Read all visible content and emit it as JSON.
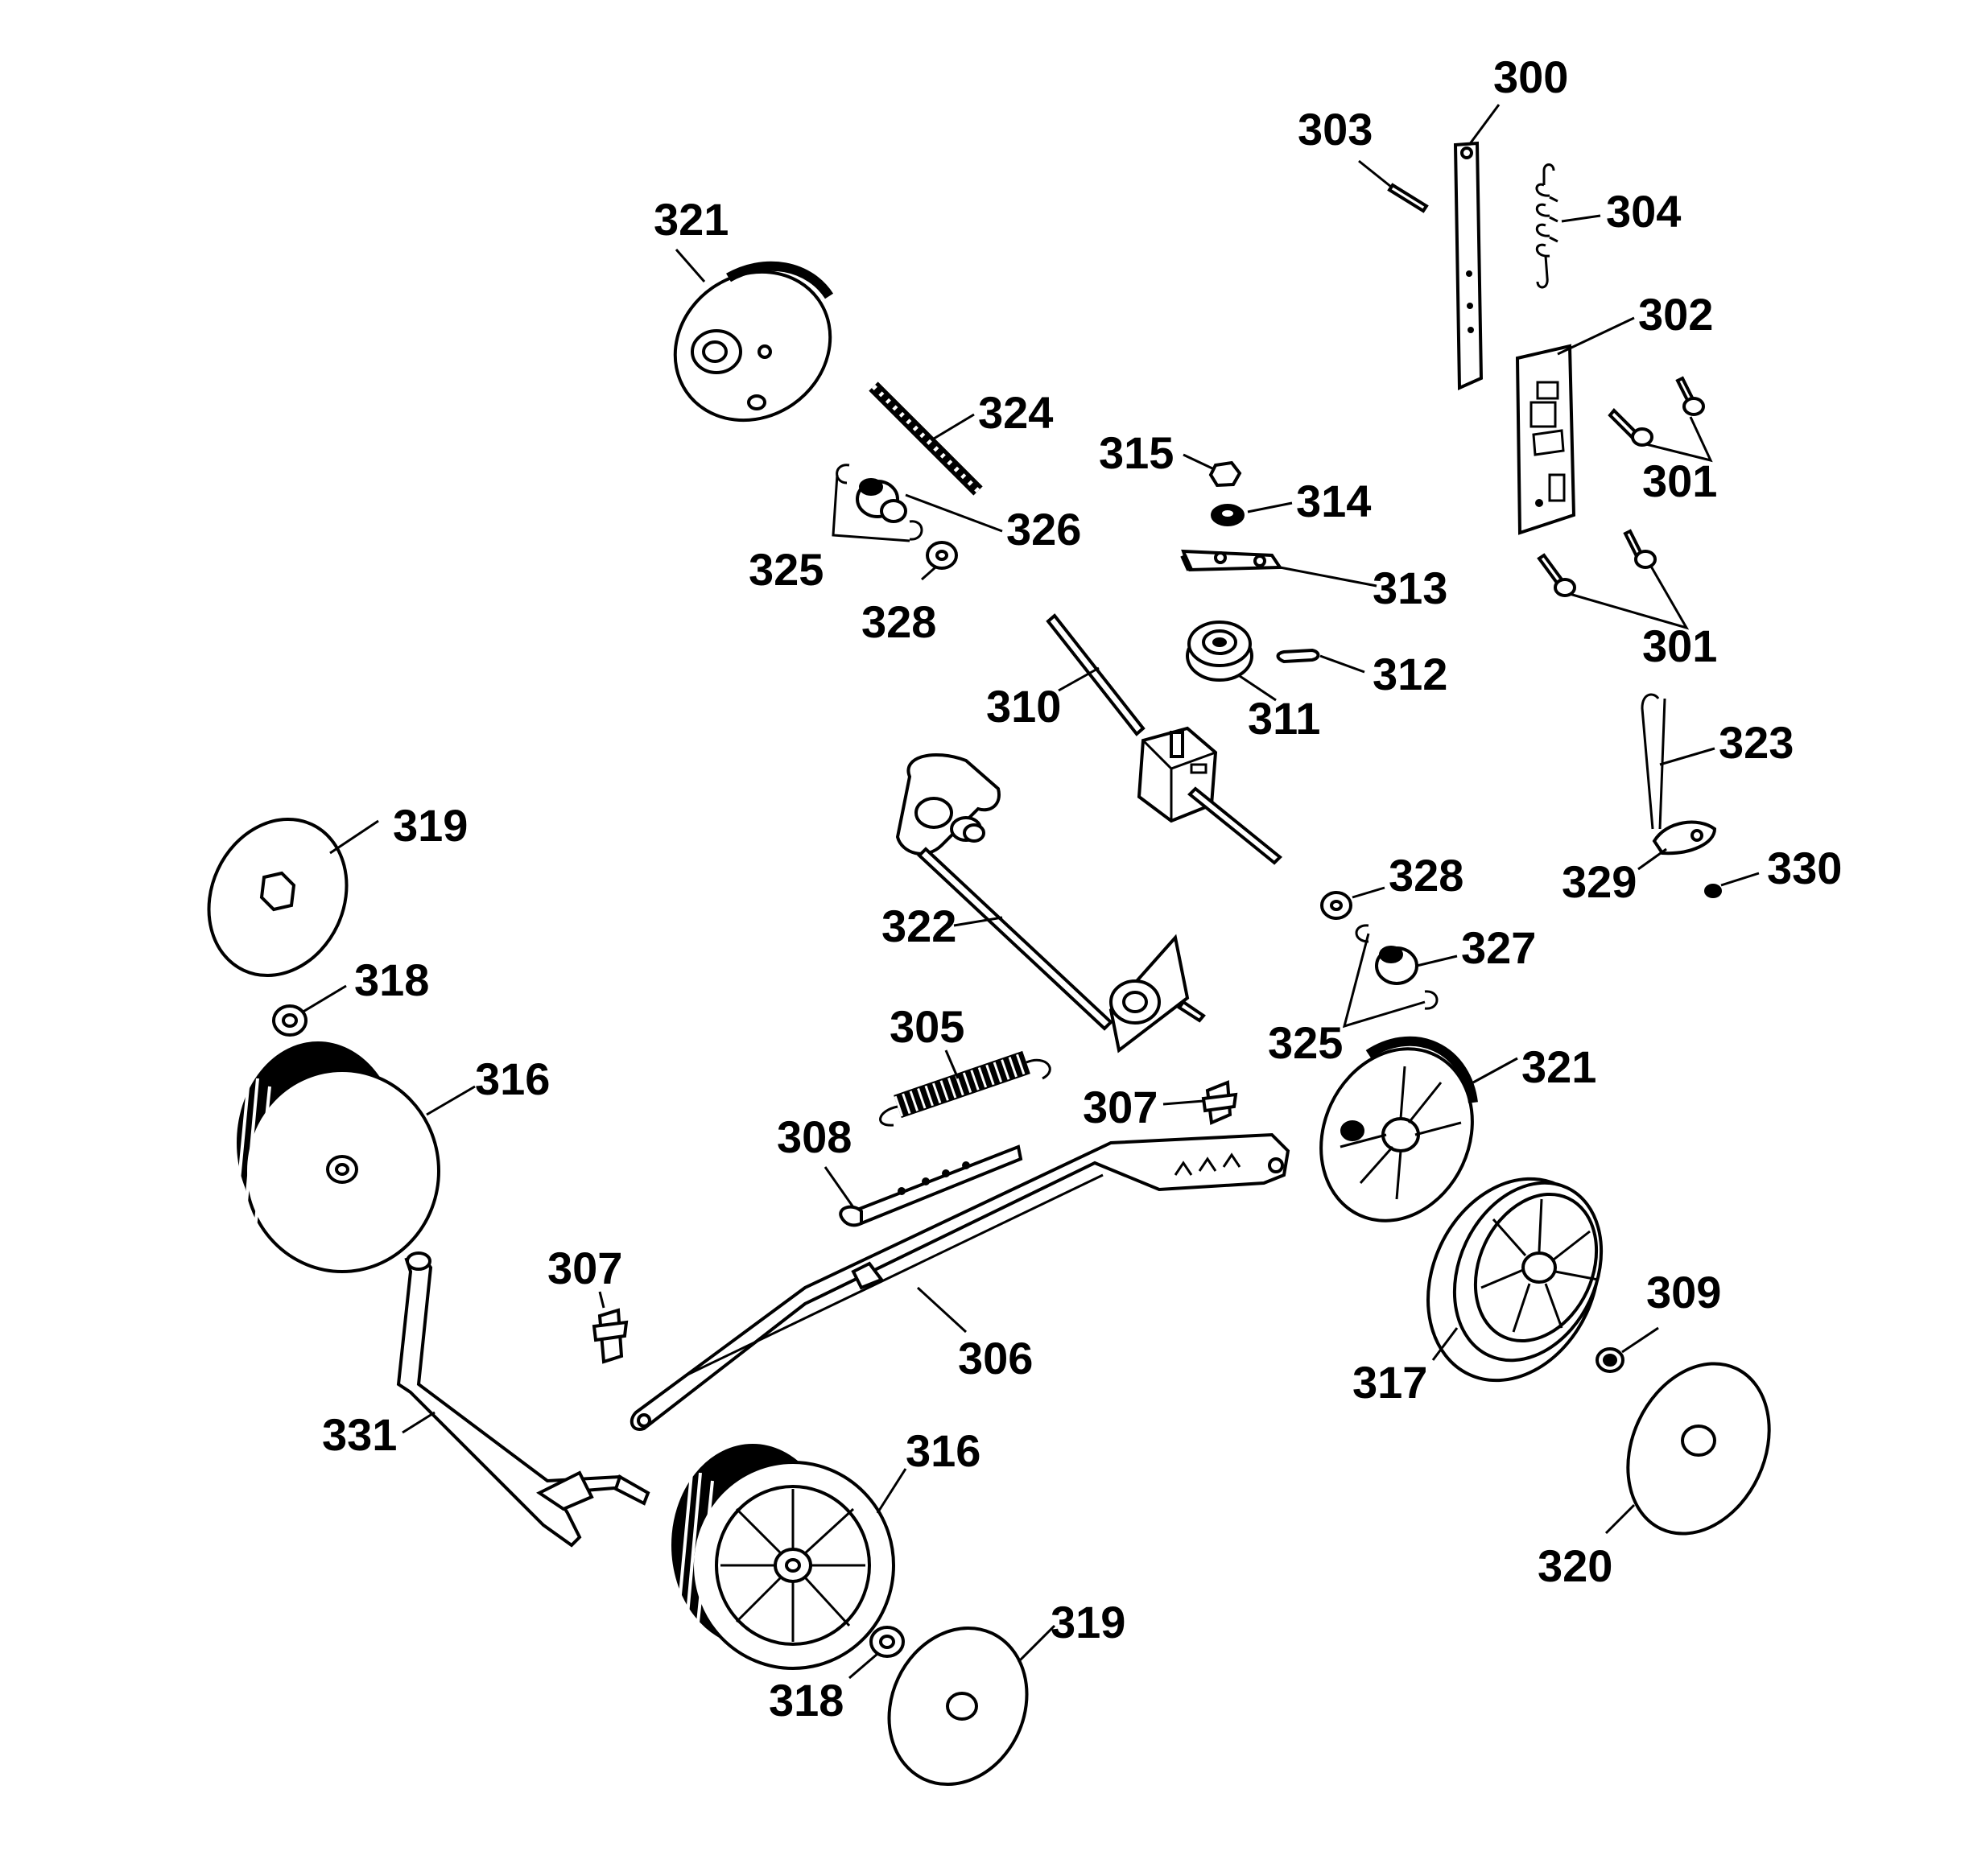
{
  "parts": [
    {
      "id": "p300",
      "label": "300",
      "name": "handle-bracket"
    },
    {
      "id": "p301a",
      "label": "301",
      "name": "bolts"
    },
    {
      "id": "p301b",
      "label": "301",
      "name": "bolts"
    },
    {
      "id": "p302",
      "label": "302",
      "name": "bracket-plate"
    },
    {
      "id": "p303",
      "label": "303",
      "name": "pin"
    },
    {
      "id": "p304",
      "label": "304",
      "name": "spring"
    },
    {
      "id": "p305",
      "label": "305",
      "name": "extension-spring"
    },
    {
      "id": "p306",
      "label": "306",
      "name": "height-adjust-lever"
    },
    {
      "id": "p307a",
      "label": "307",
      "name": "clip"
    },
    {
      "id": "p307b",
      "label": "307",
      "name": "clip"
    },
    {
      "id": "p308",
      "label": "308",
      "name": "linkage-bar"
    },
    {
      "id": "p309",
      "label": "309",
      "name": "wheel-bolt"
    },
    {
      "id": "p310",
      "label": "310",
      "name": "drive-shaft"
    },
    {
      "id": "p311",
      "label": "311",
      "name": "pulley"
    },
    {
      "id": "p312",
      "label": "312",
      "name": "key"
    },
    {
      "id": "p313",
      "label": "313",
      "name": "arm"
    },
    {
      "id": "p314",
      "label": "314",
      "name": "washer"
    },
    {
      "id": "p315",
      "label": "315",
      "name": "nut"
    },
    {
      "id": "p316a",
      "label": "316",
      "name": "front-wheel"
    },
    {
      "id": "p316b",
      "label": "316",
      "name": "front-wheel"
    },
    {
      "id": "p317",
      "label": "317",
      "name": "rear-wheel"
    },
    {
      "id": "p318a",
      "label": "318",
      "name": "retaining-washer"
    },
    {
      "id": "p318b",
      "label": "318",
      "name": "retaining-washer"
    },
    {
      "id": "p319a",
      "label": "319",
      "name": "hub-cap"
    },
    {
      "id": "p319b",
      "label": "319",
      "name": "hub-cap"
    },
    {
      "id": "p320",
      "label": "320",
      "name": "hub-cap"
    },
    {
      "id": "p321a",
      "label": "321",
      "name": "gear-wheel"
    },
    {
      "id": "p321b",
      "label": "321",
      "name": "gear-wheel"
    },
    {
      "id": "p322",
      "label": "322",
      "name": "axle-frame"
    },
    {
      "id": "p323",
      "label": "323",
      "name": "rod"
    },
    {
      "id": "p324",
      "label": "324",
      "name": "threaded-rod"
    },
    {
      "id": "p325a",
      "label": "325",
      "name": "e-rings"
    },
    {
      "id": "p325b",
      "label": "325",
      "name": "e-rings"
    },
    {
      "id": "p326",
      "label": "326",
      "name": "pinion"
    },
    {
      "id": "p327",
      "label": "327",
      "name": "pinion"
    },
    {
      "id": "p328a",
      "label": "328",
      "name": "washer"
    },
    {
      "id": "p328b",
      "label": "328",
      "name": "washer"
    },
    {
      "id": "p329",
      "label": "329",
      "name": "plate"
    },
    {
      "id": "p330",
      "label": "330",
      "name": "nut"
    },
    {
      "id": "p331",
      "label": "331",
      "name": "front-axle"
    }
  ]
}
